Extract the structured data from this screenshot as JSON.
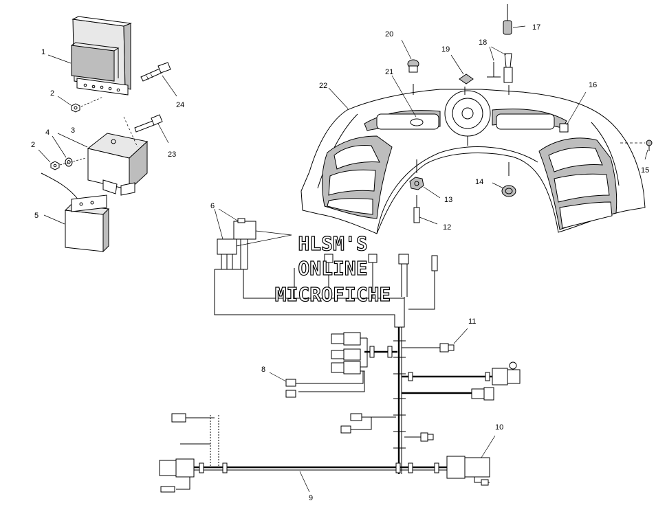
{
  "watermark": {
    "line1": "HLSM'S",
    "line2": "ONLINE",
    "line3": "MICROFICHE"
  },
  "callouts": {
    "c1": "1",
    "c2a": "2",
    "c2b": "2",
    "c3": "3",
    "c4": "4",
    "c5": "5",
    "c6": "6",
    "c8": "8",
    "c9": "9",
    "c10": "10",
    "c11": "11",
    "c12": "12",
    "c13": "13",
    "c14": "14",
    "c15": "15",
    "c16": "16",
    "c17": "17",
    "c18": "18",
    "c19": "19",
    "c20": "20",
    "c21": "21",
    "c22": "22",
    "c23": "23",
    "c24": "24"
  }
}
